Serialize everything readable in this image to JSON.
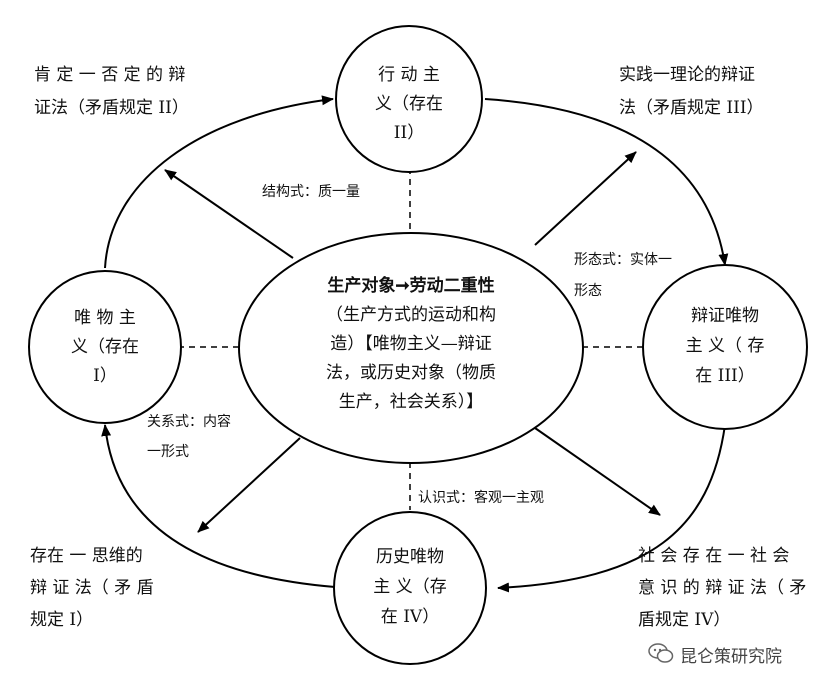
{
  "center": {
    "line1": "生产对象➞劳动二重性",
    "line2": "（生产方式的运动和构",
    "line3": "造）【唯物主义—辩证",
    "line4": "法，或历史对象（物质",
    "line5": "生产，社会关系）】"
  },
  "nodes": {
    "top": {
      "l1": "行 动 主",
      "l2": "义（存在",
      "l3": "II）"
    },
    "left": {
      "l1": "唯 物 主",
      "l2": "义（存在",
      "l3": "I）"
    },
    "right": {
      "l1": "辩证唯物",
      "l2": "主 义（ 存",
      "l3": "在 III）"
    },
    "bottom": {
      "l1": "历史唯物",
      "l2": "主 义（存",
      "l3": "在 IV）"
    }
  },
  "labels": {
    "structural": "结构式：质一量",
    "formal_1": "形态式：实体一",
    "formal_2": "形态",
    "relational_1": "关系式：内容",
    "relational_2": "一形式",
    "cognitive": "认识式：客观一主观"
  },
  "corners": {
    "top_left": {
      "l1": "肯 定 一 否 定 的 辩",
      "l2": "证法（矛盾规定 II）"
    },
    "top_right": {
      "l1": "实践一理论的辩证",
      "l2": "法（矛盾规定 III）"
    },
    "bottom_left": {
      "l1": "存在 一 思维的",
      "l2": "辩 证 法（ 矛 盾",
      "l3": "规定 I）"
    },
    "bottom_right": {
      "l1": "社 会 存 在 一 社 会",
      "l2": "意 识 的 辩 证 法（ 矛",
      "l3": "盾规定 IV）"
    }
  },
  "watermark": "昆仑策研究院"
}
